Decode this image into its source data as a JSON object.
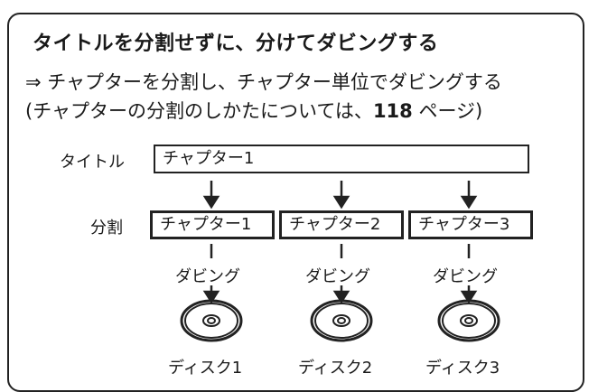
{
  "heading": "タイトルを分割せずに、分けてダビングする",
  "line1": "⇒ チャプターを分割し、チャプター単位でダビングする",
  "line2_before": "(チャプターの分割のしかたについては、",
  "line2_page": "118",
  "line2_after": " ページ)",
  "diagram": {
    "title_label": "タイトル",
    "title_box": "チャプター1",
    "split_label": "分割",
    "chapters": [
      "チャプター1",
      "チャプター2",
      "チャプター3"
    ],
    "dubbing": [
      "ダビング",
      "ダビング",
      "ダビング"
    ],
    "discs": [
      "ディスク1",
      "ディスク2",
      "ディスク3"
    ]
  }
}
